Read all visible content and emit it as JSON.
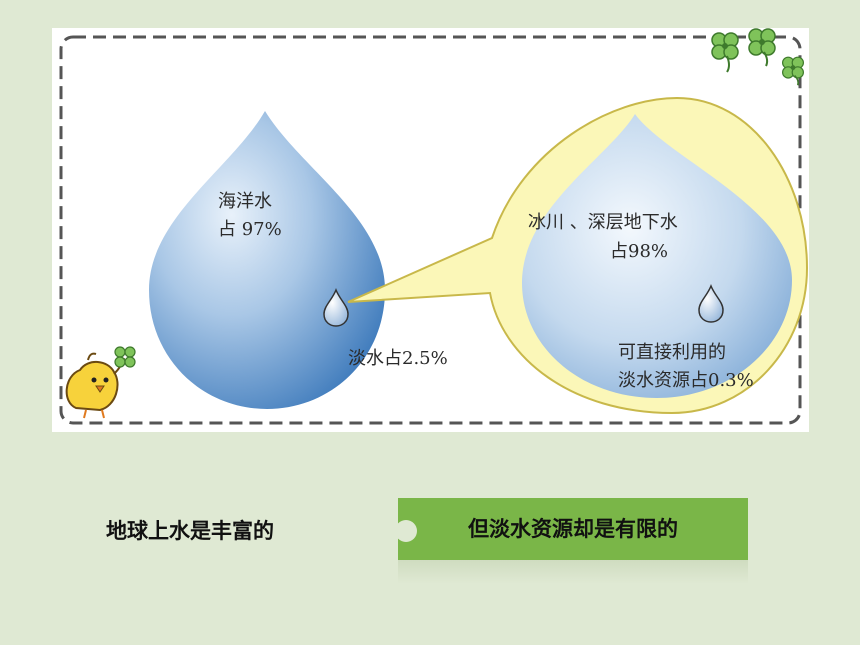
{
  "diagram": {
    "big_drop": {
      "label_line1": "海洋水",
      "label_line2": "占 97%"
    },
    "small_drop_label": "淡水占2.5%",
    "zoom": {
      "label_line1": "冰川 、深层地下水",
      "label_line2": "占98%",
      "tiny_drop_line1": "可直接利用的",
      "tiny_drop_line2": "淡水资源占0.3%"
    }
  },
  "captions": {
    "left": "地球上水是丰富的",
    "right": "但淡水资源却是有限的"
  },
  "colors": {
    "background": "#dfe9d3",
    "tab": "#7ab648",
    "bubble": "#fbf7b8",
    "drop": "#5f93c6"
  },
  "decorations": {
    "clover_icon": "clover",
    "chick_icon": "chick"
  }
}
